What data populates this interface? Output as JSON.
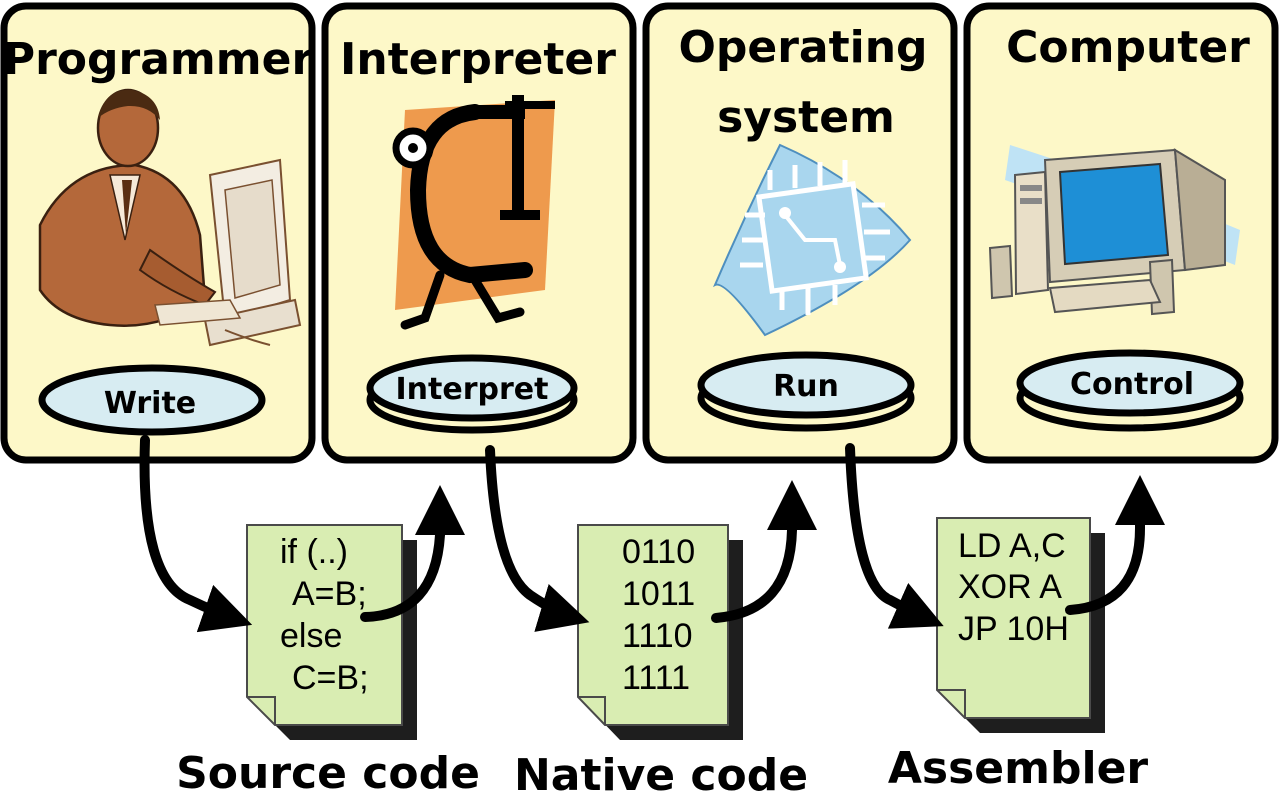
{
  "boxes": [
    {
      "title_lines": [
        "Programmer"
      ],
      "action": "Write"
    },
    {
      "title_lines": [
        "Interpreter"
      ],
      "action": "Interpret"
    },
    {
      "title_lines": [
        "Operating",
        "system"
      ],
      "action": "Run"
    },
    {
      "title_lines": [
        "Computer"
      ],
      "action": "Control"
    }
  ],
  "docs": [
    {
      "lines": [
        "if (..)",
        "  A=B;",
        "else",
        "  C=B;"
      ],
      "caption": "Source code"
    },
    {
      "lines": [
        "0110",
        "1011",
        "1110",
        "1111"
      ],
      "caption": "Native code"
    },
    {
      "lines": [
        "LD A,C",
        "XOR A",
        "JP 10H"
      ],
      "caption": "Assembler"
    }
  ],
  "colors": {
    "box_fill": "#FDF8C8",
    "oval_fill": "#D7ECF2",
    "doc_fill": "#D9EDB2",
    "doc_shadow": "#1E1E1E",
    "interpreter_orange": "#EE9A4D",
    "os_chip_blue": "#A9D6EE",
    "monitor_blue": "#1E8FD6",
    "programmer_skin": "#B4683A"
  },
  "icons": [
    "programmer-icon",
    "clamp-icon",
    "chip-icon",
    "computer-icon"
  ]
}
